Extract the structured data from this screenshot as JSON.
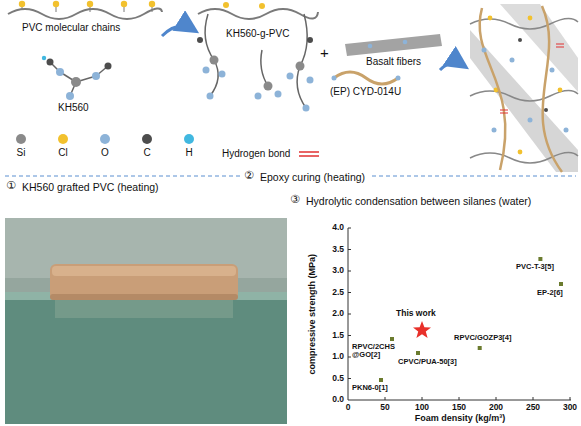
{
  "diagram": {
    "labels": [
      "PVC molecular chains",
      "KH560",
      "KH560-g-PVC",
      "+",
      "Basalt fibers",
      "(EP) CYD-014U",
      "①",
      "KH560 grafted PVC (heating)",
      "②",
      "Epoxy curing (heating)",
      "③",
      "Hydrolytic condensation between silanes (water)",
      "compressive strength (MPa)",
      "Foam density (kg/m³)",
      "0.0",
      "0.5",
      "1.0",
      "1.5",
      "2.0",
      "2.5",
      "3.0",
      "3.5",
      "4.0",
      "0",
      "50",
      "100",
      "150",
      "200",
      "250",
      "300",
      "PVC-T-3[5]",
      "EP-2[6]",
      "This work",
      "RPVC/2CHS @GO[2]",
      "RPVC/GOZP3[4]",
      "CPVC/PUA-50[3]",
      "PKN6-0[1]"
    ],
    "legend": [
      {
        "text": "Si",
        "color": "#8a8a8a"
      },
      {
        "text": "Cl",
        "color": "#f2c12e"
      },
      {
        "text": "O",
        "color": "#8db3d8"
      },
      {
        "text": "C",
        "color": "#4d4d4d"
      },
      {
        "text": "H",
        "color": "#41b8e0"
      },
      {
        "text": "Hydrogen bond"
      }
    ]
  }
}
